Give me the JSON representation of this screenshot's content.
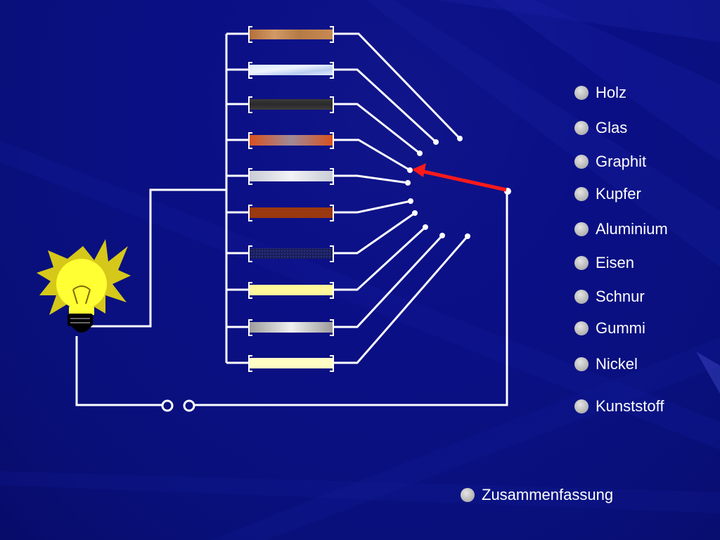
{
  "materials": [
    {
      "label": "Holz"
    },
    {
      "label": "Glas"
    },
    {
      "label": "Graphit"
    },
    {
      "label": "Kupfer"
    },
    {
      "label": "Aluminium"
    },
    {
      "label": "Eisen"
    },
    {
      "label": "Schnur"
    },
    {
      "label": "Gummi"
    },
    {
      "label": "Nickel"
    },
    {
      "label": "Kunststoff"
    }
  ],
  "summary": {
    "label": "Zusammenfassung"
  },
  "colors": {
    "background": "#0b0f86",
    "wire": "#ffffff",
    "pointer": "#ff1a1a",
    "bulb": "#ffff33",
    "bulb_glow": "#d6c81a",
    "button_dot": "#bdbdbd"
  },
  "icons": {
    "bulb": "light-bulb-icon",
    "switch": "switch-contacts-icon",
    "pointer": "red-arrow-pointer-icon"
  }
}
